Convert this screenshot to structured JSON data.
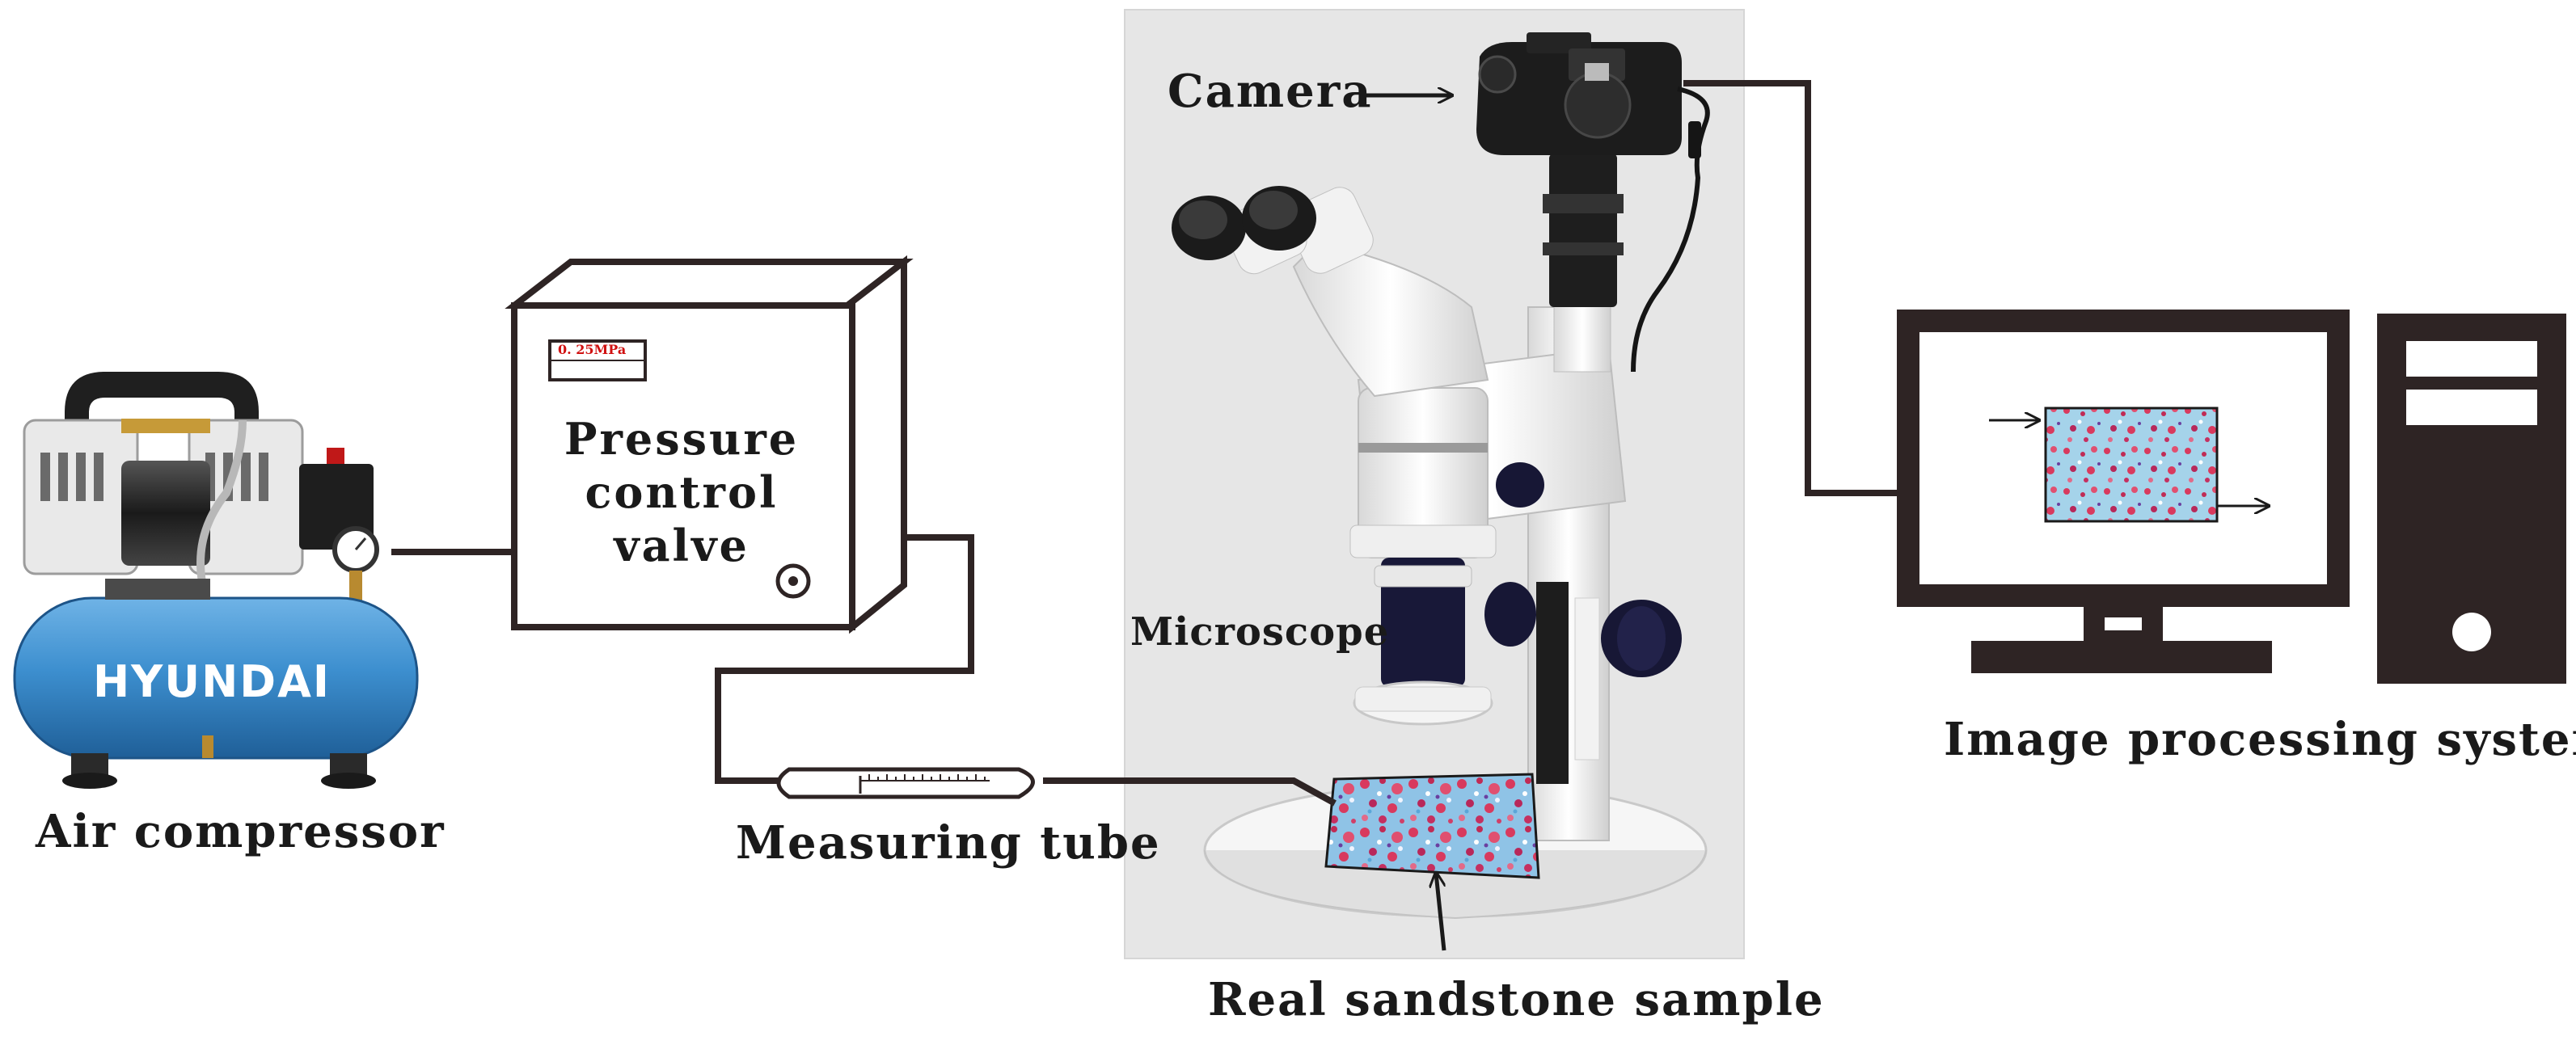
{
  "labels": {
    "air_compressor": "Air compressor",
    "compressor_brand": "HYUNDAI",
    "pressure_valve_line1": "Pressure",
    "pressure_valve_line2": "control",
    "pressure_valve_line3": "valve",
    "pressure_reading": "0. 25MPa",
    "measuring_tube": "Measuring tube",
    "camera": "Camera",
    "microscope": "Microscope",
    "sample": "Real sandstone sample",
    "image_system": "Image processing system"
  },
  "colors": {
    "line": "#2e2424",
    "compressor_tank": "#3d8fcf",
    "pressure_text": "#d01010",
    "photo_bg": "#e4e4e4",
    "sample_red": "#d83a5e",
    "sample_blue": "#5aa6d8"
  }
}
